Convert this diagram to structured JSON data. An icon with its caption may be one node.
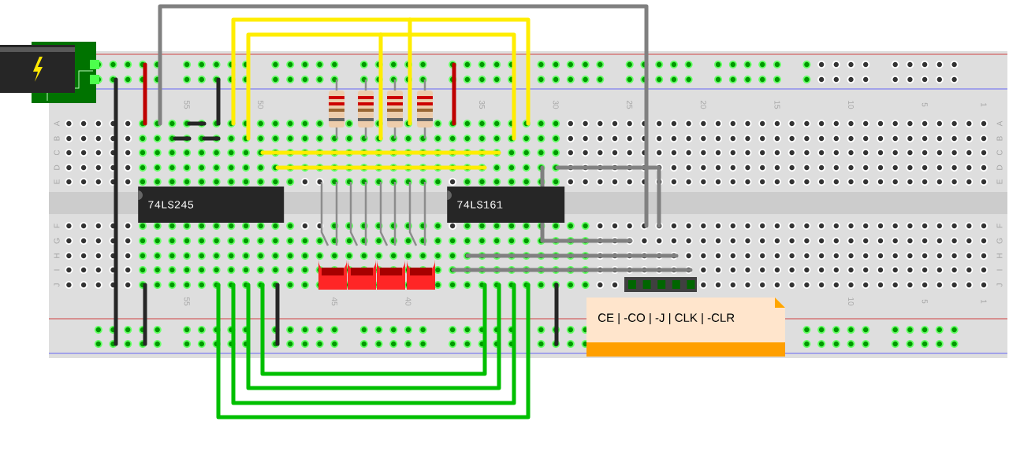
{
  "diagram": {
    "nodes": [
      {
        "text": [
          "74LS245"
        ]
      },
      {
        "text": [
          "74LS161"
        ]
      },
      {
        "text": [
          "CE | -CO | -J | CLK | -CLR"
        ]
      }
    ],
    "labels": [
      "55",
      "50",
      "35",
      "30",
      "25",
      "20",
      "15",
      "10",
      "5",
      "1",
      "A",
      "A",
      "B",
      "B",
      "C",
      "C",
      "D",
      "D",
      "E",
      "E",
      "F",
      "F",
      "G",
      "G",
      "H",
      "H",
      "I",
      "I",
      "J",
      "J",
      "55",
      "45",
      "40",
      "10",
      "5",
      "1"
    ]
  }
}
